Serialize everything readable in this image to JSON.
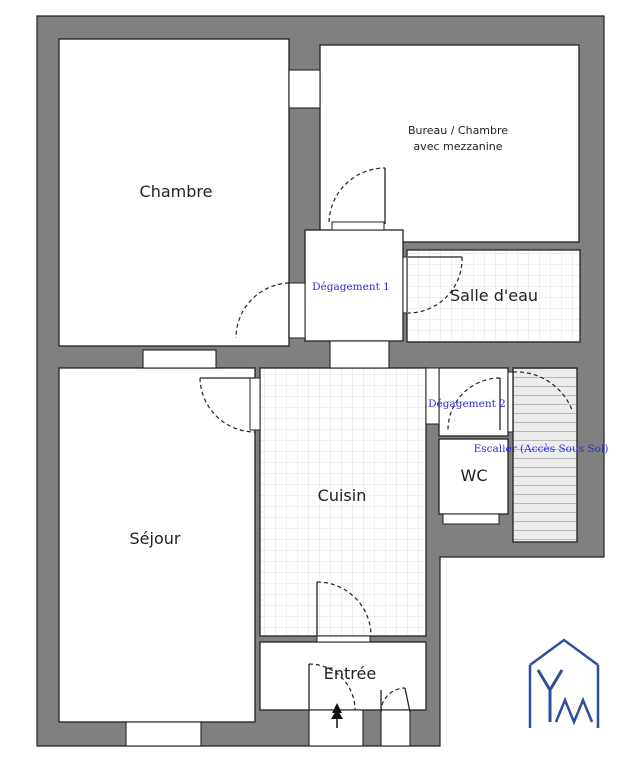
{
  "rooms": {
    "chambre": "Chambre",
    "bureau_line1": "Bureau / Chambre",
    "bureau_line2": "avec mezzanine",
    "degagement1": "Dégagement 1",
    "salle_deau": "Salle d'eau",
    "degagement2": "Dégagement 2",
    "escalier": "Escalier (Accès Sous Sol)",
    "wc": "WC",
    "cuisin": "Cuisin",
    "sejour": "Séjour",
    "entree": "Entrée"
  },
  "colors": {
    "wall": "#808080",
    "floor": "#ffffff",
    "tile_grid": "#dde0f2",
    "stairs": "#ececec",
    "label_blue": "#2b2bd6",
    "logo_blue": "#2b4f9a"
  },
  "logo": {
    "letters": "YM"
  }
}
